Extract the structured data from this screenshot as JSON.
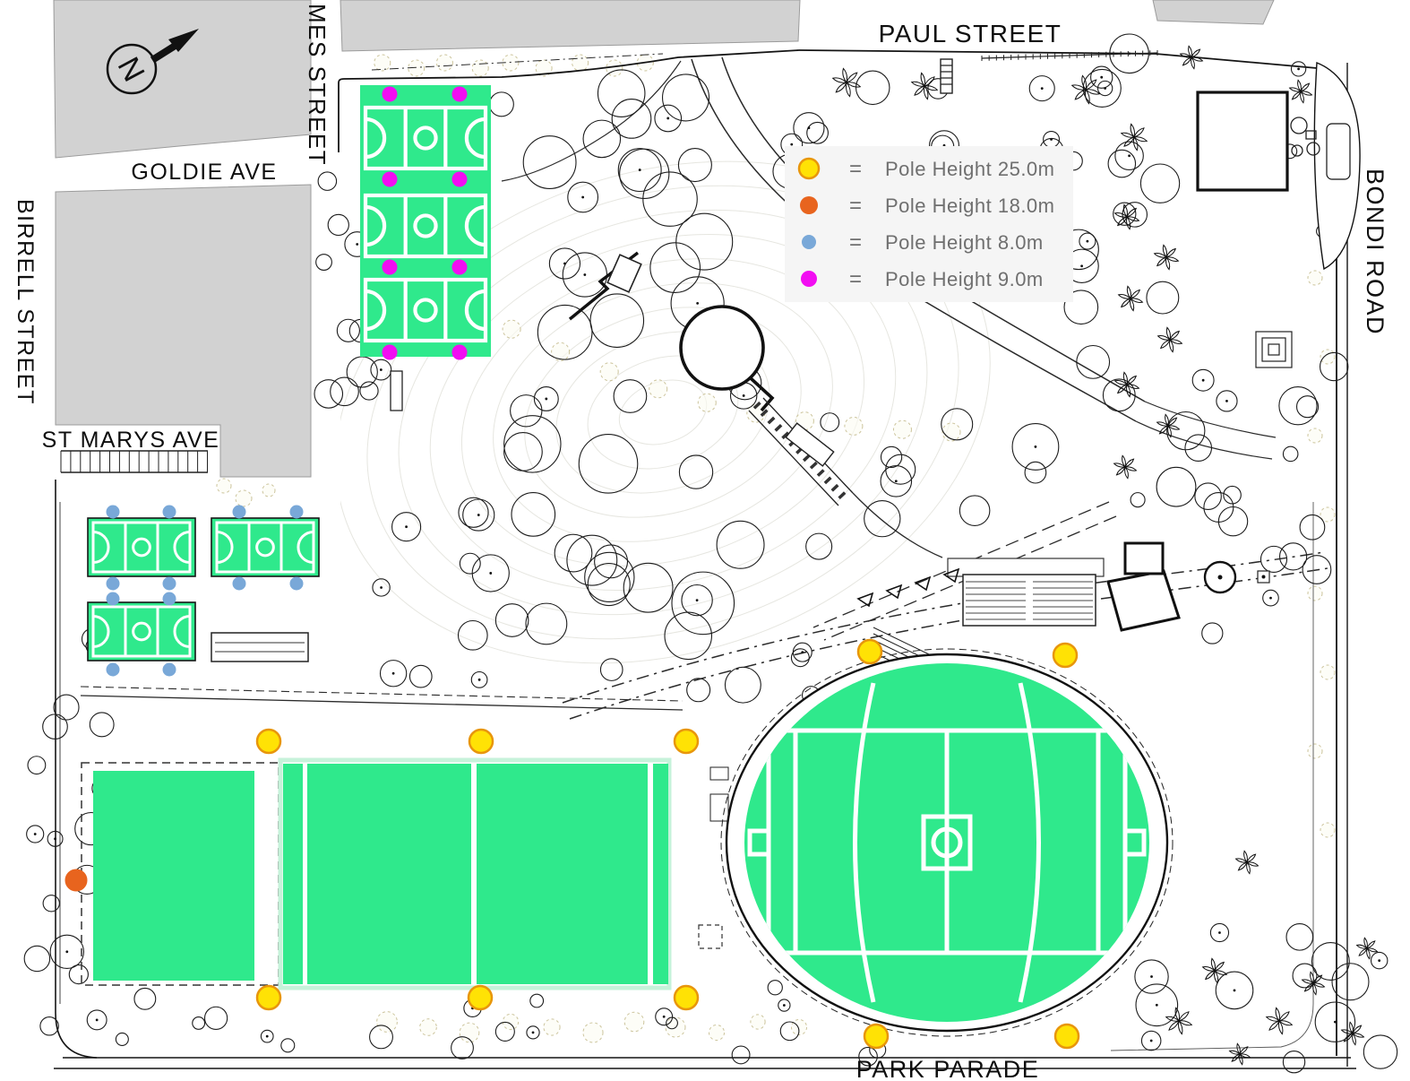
{
  "map": {
    "streets": {
      "paul": "PAUL STREET",
      "goldie": "GOLDIE AVE",
      "st_marys": "ST MARYS AVE",
      "birrell": "BIRRELL STREET",
      "james": "MES STREET",
      "bondi": "BONDI ROAD",
      "park_parade": "PARK PARADE"
    },
    "north_label": "N",
    "legend": {
      "background": "#F5F5F5",
      "text_color": "#6F6F6F",
      "rows": [
        {
          "key": "yellow",
          "equals": "=",
          "label": "Pole Height 25.0m",
          "fill": "#FFE205",
          "stroke": "#E8960C"
        },
        {
          "key": "orange",
          "equals": "=",
          "label": "Pole Height 18.0m",
          "fill": "#E8641E",
          "stroke": "#E8641E"
        },
        {
          "key": "blue",
          "equals": "=",
          "label": "Pole Height  8.0m",
          "fill": "#79A8D8",
          "stroke": "#79A8D8"
        },
        {
          "key": "magenta",
          "equals": "=",
          "label": "Pole Height  9.0m",
          "fill": "#F20DF2",
          "stroke": "#F20DF2"
        }
      ]
    },
    "poles": [
      {
        "name": "pole-height-25m",
        "height_label": "25.0m",
        "fill": "#FFE205",
        "stroke": "#E8960C",
        "radius": 13,
        "points": [
          [
            300,
            827
          ],
          [
            537,
            827
          ],
          [
            766,
            827
          ],
          [
            971,
            727
          ],
          [
            1189,
            731
          ],
          [
            300,
            1113
          ],
          [
            536,
            1113
          ],
          [
            766,
            1113
          ],
          [
            978,
            1156
          ],
          [
            1191,
            1156
          ]
        ]
      },
      {
        "name": "pole-height-18m",
        "height_label": "18.0m",
        "fill": "#E8641E",
        "stroke": "#E8641E",
        "radius": 12,
        "points": [
          [
            85,
            982
          ]
        ]
      },
      {
        "name": "pole-height-8m",
        "height_label": "8.0m",
        "fill": "#79A8D8",
        "stroke": "#79A8D8",
        "radius": 7,
        "points": [
          [
            126,
            571
          ],
          [
            189,
            571
          ],
          [
            267,
            571
          ],
          [
            331,
            571
          ],
          [
            126,
            651
          ],
          [
            189,
            651
          ],
          [
            267,
            651
          ],
          [
            331,
            651
          ],
          [
            126,
            668
          ],
          [
            189,
            668
          ],
          [
            126,
            747
          ],
          [
            189,
            747
          ]
        ]
      },
      {
        "name": "pole-height-9m",
        "height_label": "9.0m",
        "fill": "#F20DF2",
        "stroke": "#F20DF2",
        "radius": 8,
        "points": [
          [
            435,
            105
          ],
          [
            513,
            105
          ],
          [
            435,
            200
          ],
          [
            513,
            200
          ],
          [
            435,
            298
          ],
          [
            513,
            298
          ],
          [
            435,
            393
          ],
          [
            513,
            393
          ]
        ]
      }
    ],
    "palette": {
      "field_green": "#2FE98C",
      "block_gray": "#D2D2D2",
      "pale_field_border": "#C6F2DA"
    }
  }
}
